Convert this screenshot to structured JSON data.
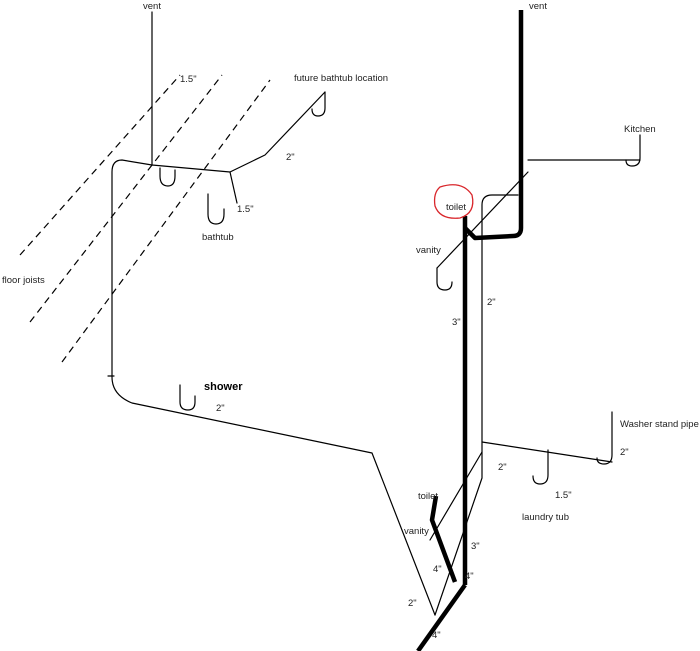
{
  "labels": {
    "vent_left": "vent",
    "vent_right": "vent",
    "size_top_15": "1.5\"",
    "future_bathtub": "future bathtub location",
    "size_2_top": "2\"",
    "size_15_bathtub": "1.5\"",
    "bathtub": "bathtub",
    "floor_joists": "floor joists",
    "shower": "shower",
    "size_2_shower": "2\"",
    "kitchen": "Kitchen",
    "toilet_upper": "toilet",
    "vanity_upper": "vanity",
    "size_2_right": "2\"",
    "size_3_upper": "3\"",
    "washer": "Washer stand pipe",
    "size_2_washer": "2\"",
    "size_2_laundry": "2\"",
    "size_15_laundry": "1.5\"",
    "laundry_tub": "laundry tub",
    "toilet_lower": "toilet",
    "vanity_lower": "vanity",
    "size_3_lower": "3\"",
    "size_4_a": "4\"",
    "size_4_b": "4\"",
    "size_2_bottom": "2\"",
    "size_4_bottom": "4\""
  },
  "colors": {
    "pipe": "#000000",
    "highlight": "#d9262b",
    "background": "#ffffff"
  }
}
